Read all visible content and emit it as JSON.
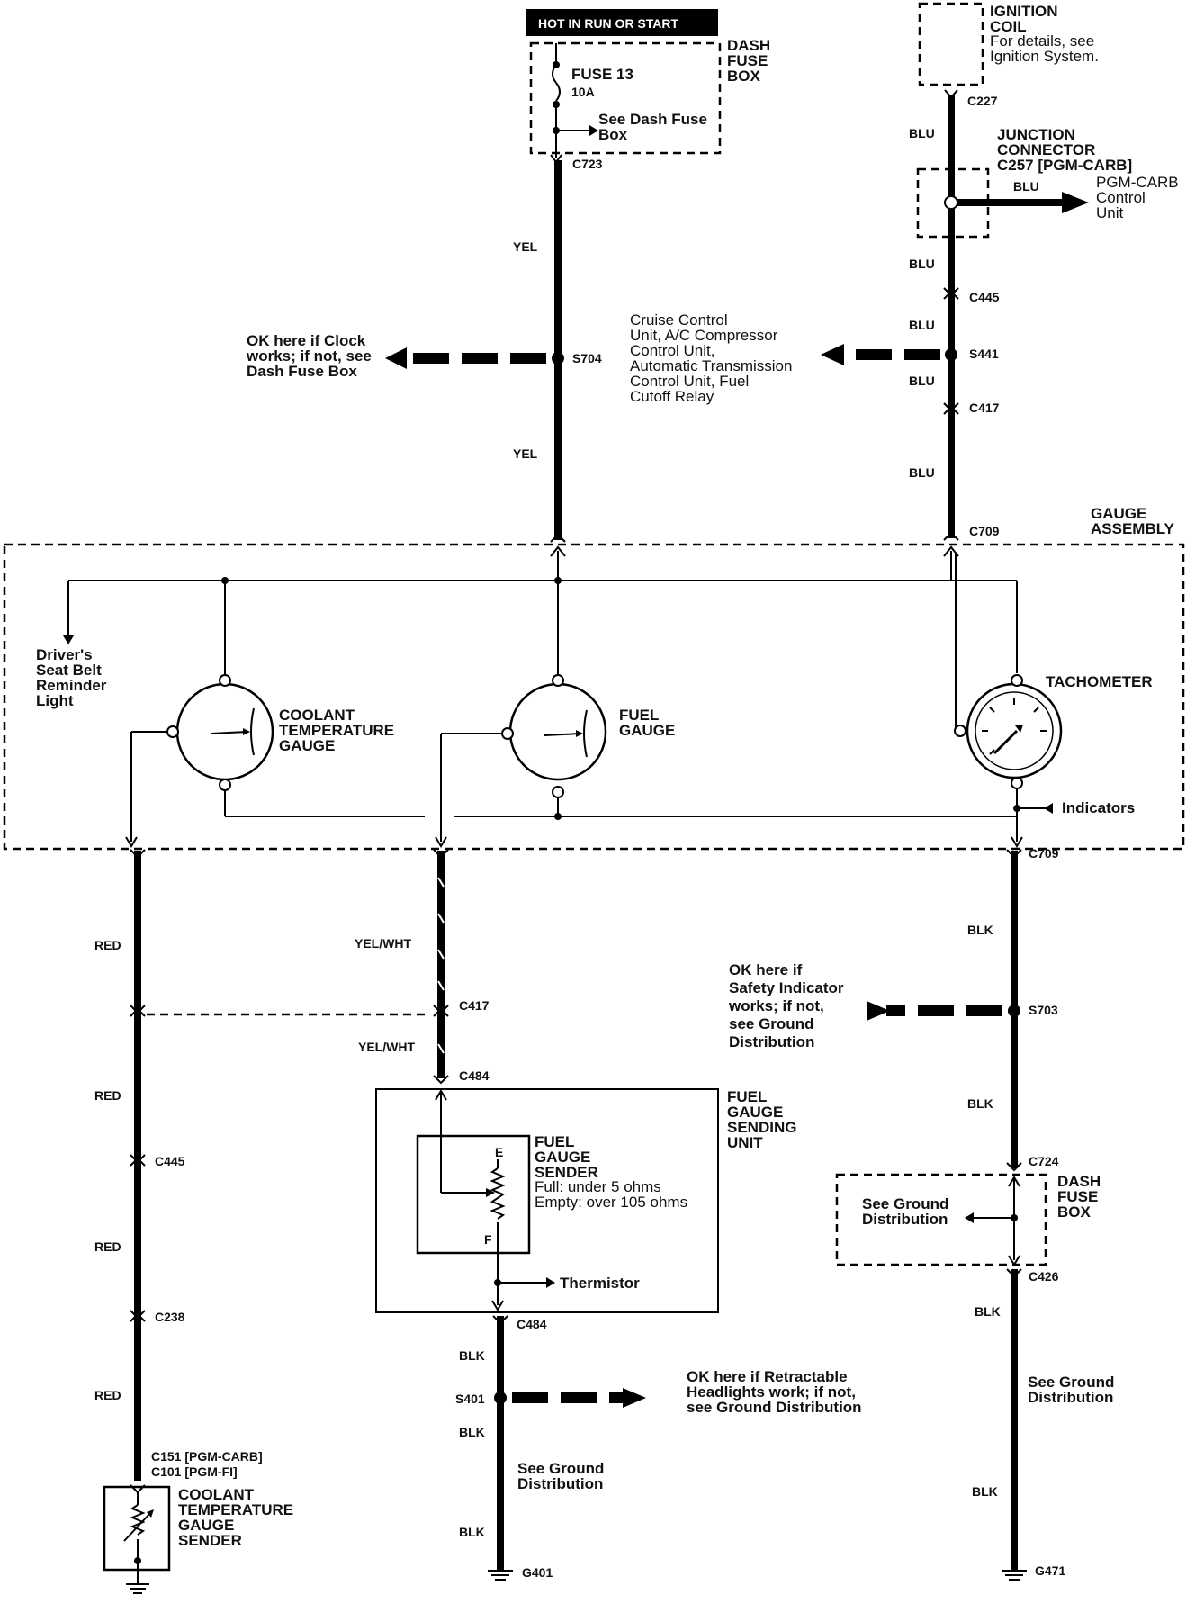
{
  "header": {
    "hot_label": "HOT IN RUN OR START"
  },
  "dash_fuse_box_top": {
    "title": [
      "DASH",
      "FUSE",
      "BOX"
    ],
    "fuse": "FUSE 13",
    "rating": "10A",
    "note": [
      "See Dash Fuse",
      "Box"
    ],
    "connector": "C723"
  },
  "ignition": {
    "title": [
      "IGNITION",
      "COIL"
    ],
    "note": [
      "For details, see",
      "Ignition System."
    ],
    "connector": "C227"
  },
  "junction": {
    "title": [
      "JUNCTION",
      "CONNECTOR",
      "C257 [PGM-CARB]"
    ],
    "out_wire": "BLU",
    "out_label": [
      "PGM-CARB",
      "Control",
      "Unit"
    ]
  },
  "wires": {
    "yel": "YEL",
    "blu": "BLU",
    "red": "RED",
    "yel_wht": "YEL/WHT",
    "blk": "BLK"
  },
  "splices": {
    "s704": "S704",
    "s441": "S441",
    "s703": "S703",
    "s401": "S401"
  },
  "connectors": {
    "c445": "C445",
    "c417": "C417",
    "c709": "C709",
    "c484": "C484",
    "c724": "C724",
    "c426": "C426",
    "c238": "C238",
    "c151": "C151 [PGM-CARB]",
    "c101": "C101 [PGM-FI]",
    "g401": "G401",
    "g471": "G471"
  },
  "notes": {
    "clock": [
      "OK here if Clock",
      "works; if not, see",
      "Dash Fuse Box"
    ],
    "cruise": [
      "Cruise Control",
      "Unit, A/C Compressor",
      "Control Unit,",
      "Automatic Transmission",
      "Control Unit, Fuel",
      "Cutoff Relay"
    ],
    "safety": [
      "OK  here if",
      "Safety Indicator",
      "works; if not,",
      "see Ground",
      "Distribution"
    ],
    "headlights": [
      "OK here if Retractable",
      "Headlights work; if not,",
      "see Ground Distribution"
    ],
    "see_ground": [
      "See Ground",
      "Distribution"
    ]
  },
  "gauge_assembly": {
    "title": [
      "GAUGE",
      "ASSEMBLY"
    ],
    "seat_belt": [
      "Driver's",
      "Seat Belt",
      "Reminder",
      "Light"
    ],
    "coolant_gauge": [
      "COOLANT",
      "TEMPERATURE",
      "GAUGE"
    ],
    "fuel_gauge": [
      "FUEL",
      "GAUGE"
    ],
    "tachometer": "TACHOMETER",
    "indicators": "Indicators"
  },
  "fuel_sending_unit": {
    "title": [
      "FUEL",
      "GAUGE",
      "SENDING",
      "UNIT"
    ],
    "sender": [
      "FUEL",
      "GAUGE",
      "SENDER"
    ],
    "full": "Full:  under 5 ohms",
    "empty": "Empty:  over 105 ohms",
    "e": "E",
    "f": "F",
    "thermistor": "Thermistor"
  },
  "dash_fuse_box_bottom": {
    "title": [
      "DASH",
      "FUSE",
      "BOX"
    ],
    "note": [
      "See Ground",
      "Distribution"
    ]
  },
  "coolant_sender": [
    "COOLANT",
    "TEMPERATURE",
    "GAUGE",
    "SENDER"
  ]
}
